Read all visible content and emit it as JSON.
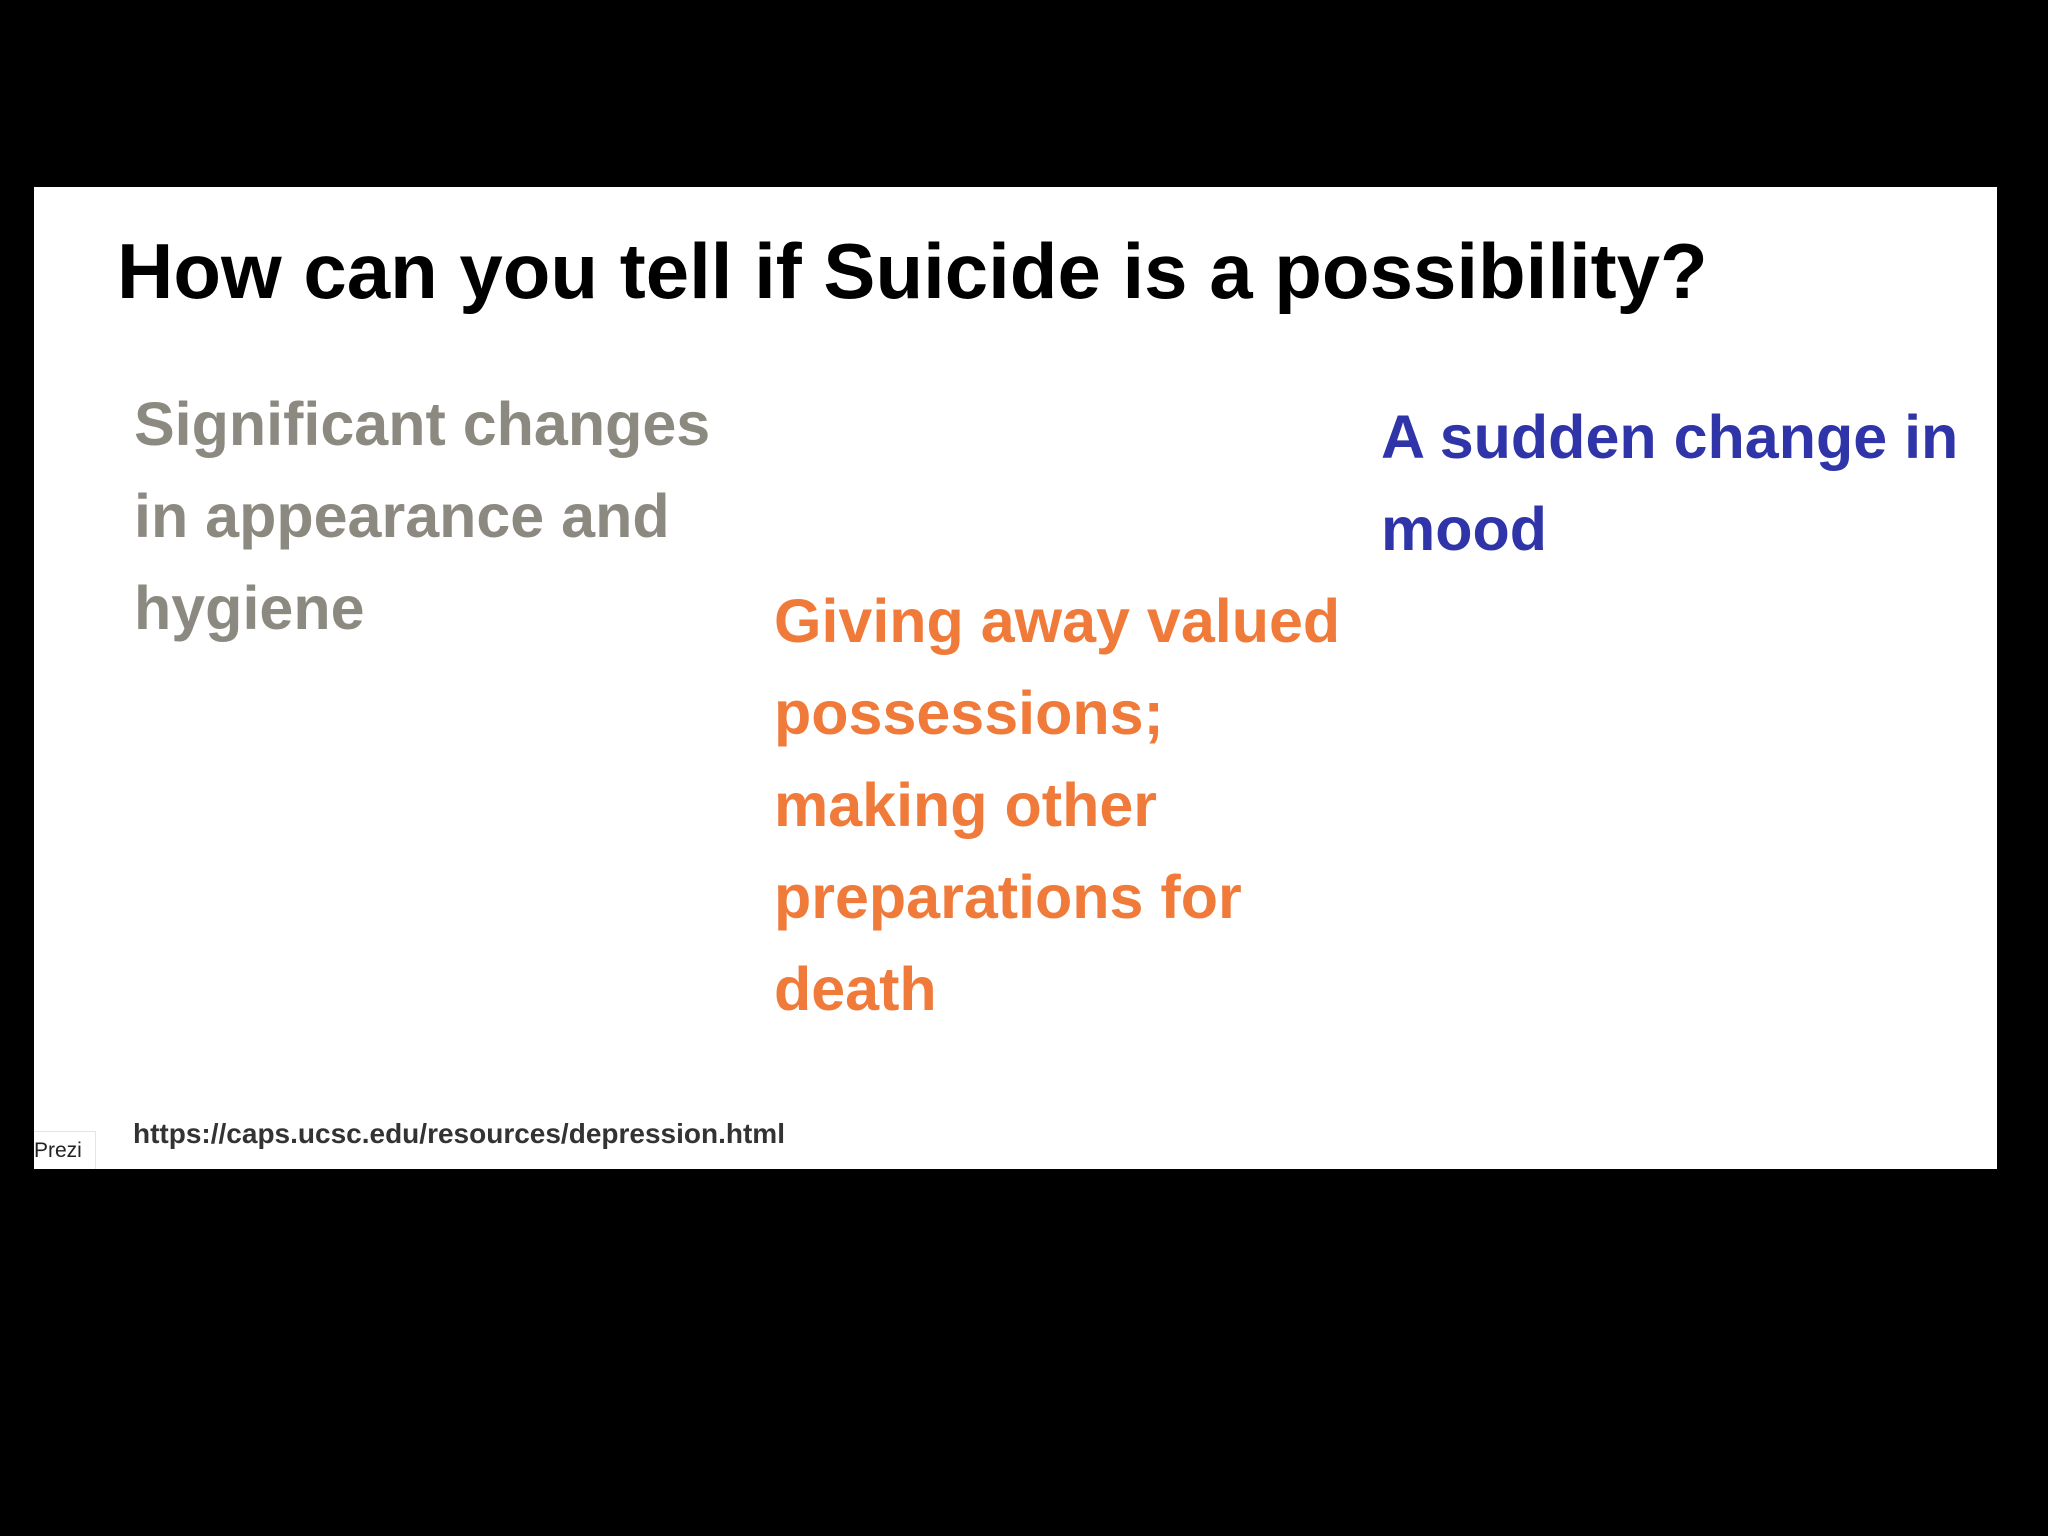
{
  "slide": {
    "title": "How can you tell if Suicide is a possibility?",
    "blocks": [
      {
        "text": "Significant changes in appearance and hygiene",
        "color": "#8c8a80"
      },
      {
        "text": "Giving away valued possessions; making other preparations for death",
        "color": "#f07a3a"
      },
      {
        "text": "A sudden change in mood",
        "color": "#2f35a8"
      }
    ],
    "source_url": "https://caps.ucsc.edu/resources/depression.html"
  },
  "branding": {
    "prezi_label": "Prezi"
  },
  "colors": {
    "background": "#000000",
    "slide_background": "#ffffff",
    "title": "#000000"
  }
}
